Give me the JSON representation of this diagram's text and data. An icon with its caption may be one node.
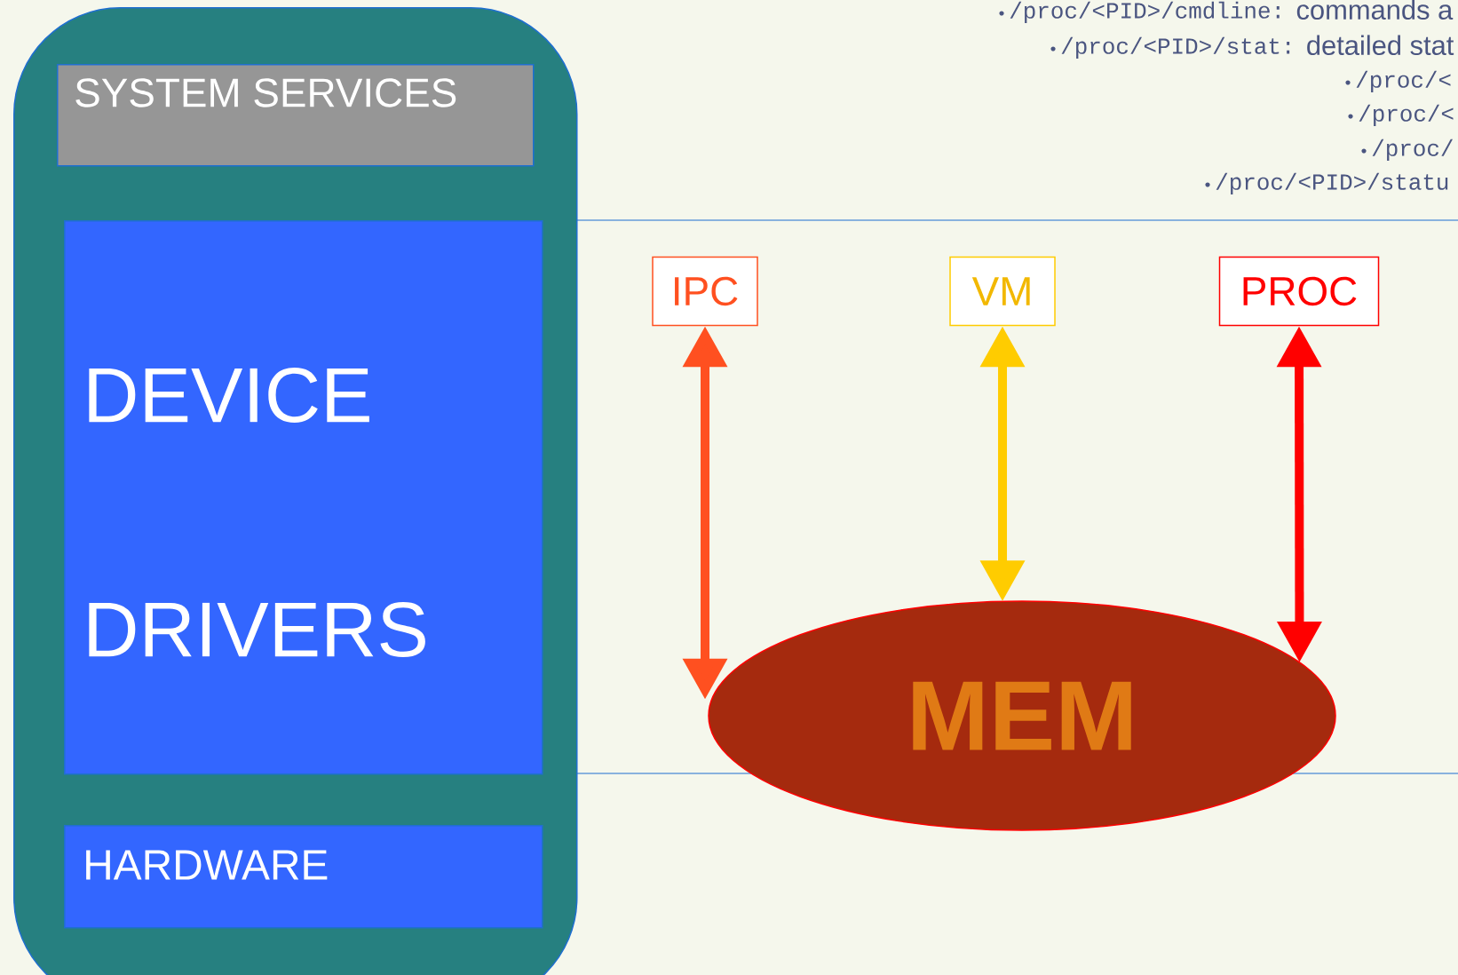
{
  "diagram": {
    "nodes": [
      {
        "text": [],
        "shape": "box"
      },
      {
        "text": [
          "SYSTEM SERVICES"
        ],
        "in": 0
      },
      {
        "text": [
          "DEVICE",
          "DRIVERS"
        ],
        "in": 0
      },
      {
        "text": [
          "HARDWARE"
        ],
        "in": 0
      },
      {
        "text": [
          "IPC"
        ]
      },
      {
        "text": [
          "VM"
        ]
      },
      {
        "text": [
          "PROC"
        ]
      },
      {
        "text": [
          "MEM"
        ]
      }
    ],
    "edges": [
      {
        "from": 4,
        "to": 7,
        "arrow": "both",
        "color": "#ff5020"
      },
      {
        "from": 5,
        "to": 7,
        "arrow": "both",
        "color": "#ffcc00"
      },
      {
        "from": 6,
        "to": 7,
        "arrow": "both",
        "color": "#ff0000"
      }
    ],
    "labels": [
      "/proc/<PID>/cmdline:",
      "commands a",
      "/proc/<PID>/stat:",
      "detailed stat",
      "/proc/<",
      "/proc/<",
      "/proc/",
      "/proc/<PID>/statu"
    ]
  }
}
